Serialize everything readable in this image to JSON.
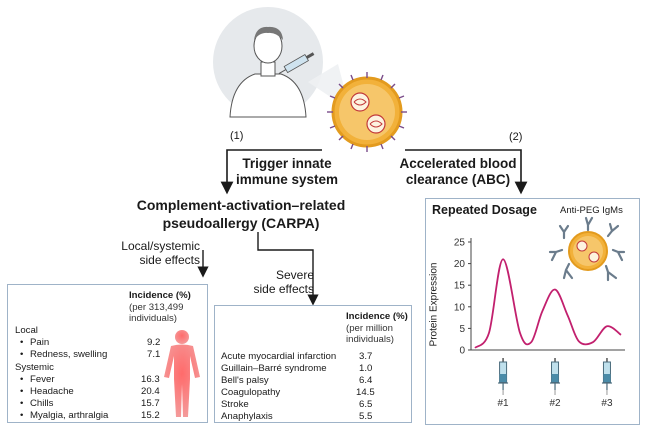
{
  "step1": {
    "num": "(1)",
    "title_line1": "Trigger innate",
    "title_line2": "immune system"
  },
  "step2": {
    "num": "(2)",
    "title_line1": "Accelerated blood",
    "title_line2": "clearance (ABC)"
  },
  "carpa": {
    "line1": "Complement-activation–related",
    "line2": "pseudoallergy (CARPA)"
  },
  "local_systemic_label": {
    "line1": "Local/systemic",
    "line2": "side effects"
  },
  "severe_label": {
    "line1": "Severe",
    "line2": "side effects"
  },
  "local_table": {
    "header_line1": "Incidence (%)",
    "header_line2": "(per 313,499",
    "header_line3": "individuals)",
    "local_heading": "Local",
    "systemic_heading": "Systemic",
    "local_rows": [
      {
        "name": "Pain",
        "value": "9.2"
      },
      {
        "name": "Redness, swelling",
        "value": "7.1"
      }
    ],
    "systemic_rows": [
      {
        "name": "Fever",
        "value": "16.3"
      },
      {
        "name": "Headache",
        "value": "20.4"
      },
      {
        "name": "Chills",
        "value": "15.7"
      },
      {
        "name": "Myalgia, arthralgia",
        "value": "15.2"
      }
    ]
  },
  "severe_table": {
    "header_line1": "Incidence (%)",
    "header_line2": "(per million",
    "header_line3": "individuals)",
    "rows": [
      {
        "name": "Acute myocardial infarction",
        "value": "3.7"
      },
      {
        "name": "Guillain–Barré syndrome",
        "value": "1.0"
      },
      {
        "name": "Bell's palsy",
        "value": "6.4"
      },
      {
        "name": "Coagulopathy",
        "value": "14.5"
      },
      {
        "name": "Stroke",
        "value": "6.5"
      },
      {
        "name": "Anaphylaxis",
        "value": "5.5"
      }
    ]
  },
  "chart_data": {
    "type": "line",
    "title": "Repeated Dosage",
    "annotation": "Anti-PEG IgMs",
    "ylabel": "Protein Expression",
    "xlabel": "",
    "ylim": [
      0,
      25
    ],
    "yticks": [
      "0",
      "5",
      "10",
      "15",
      "20",
      "25"
    ],
    "x_labels": [
      "#1",
      "#2",
      "#3"
    ],
    "series": [
      {
        "peaks": [
          21,
          14,
          5.5
        ],
        "points": [
          [
            0,
            0.5
          ],
          [
            0.5,
            4
          ],
          [
            1,
            21
          ],
          [
            1.6,
            4
          ],
          [
            2,
            1.8
          ],
          [
            2.4,
            9
          ],
          [
            2.85,
            14
          ],
          [
            3.3,
            8
          ],
          [
            3.7,
            2
          ],
          [
            4.2,
            1.8
          ],
          [
            4.7,
            5.5
          ],
          [
            5.2,
            3.5
          ]
        ]
      }
    ],
    "line_color": "#c2206e",
    "grid": false
  }
}
